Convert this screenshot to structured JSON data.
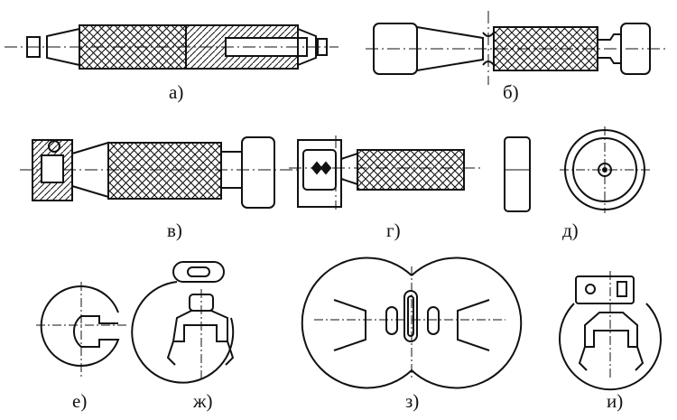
{
  "figure": {
    "labels": {
      "a": "а)",
      "b": "б)",
      "v": "в)",
      "g": "г)",
      "d": "д)",
      "e": "е)",
      "zh": "ж)",
      "z": "з)",
      "i": "и)"
    }
  }
}
